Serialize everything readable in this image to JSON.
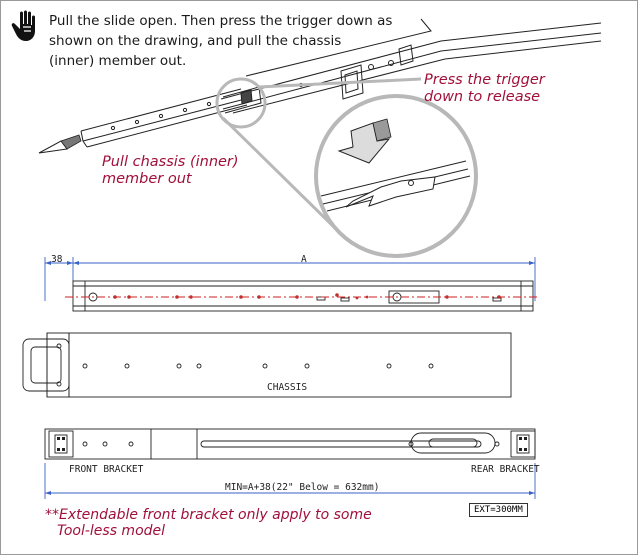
{
  "instruction": {
    "lines": [
      "Pull the slide open. Then press the trigger down as",
      "shown on the drawing, and pull the chassis",
      "(inner) member out."
    ]
  },
  "callouts": {
    "press_trigger": [
      "Press the trigger",
      "down to release"
    ],
    "pull_chassis": [
      "Pull chassis (inner)",
      "member out"
    ]
  },
  "dimensions": {
    "left_offset": "38",
    "length": "A",
    "min_formula": "MIN=A+38(22\" Below = 632mm)"
  },
  "labels": {
    "chassis": "CHASSIS",
    "front_bracket": "FRONT BRACKET",
    "rear_bracket": "REAR BRACKET",
    "ext": "EXT=300MM"
  },
  "footnote": [
    "**Extendable front bracket only apply to some",
    "Tool-less model"
  ],
  "colors": {
    "accent_red": "#a0103a",
    "dimension_blue": "#3a63c7",
    "center_line_red": "#d02020"
  },
  "icons": {
    "hand": "hand-pointer-icon"
  }
}
